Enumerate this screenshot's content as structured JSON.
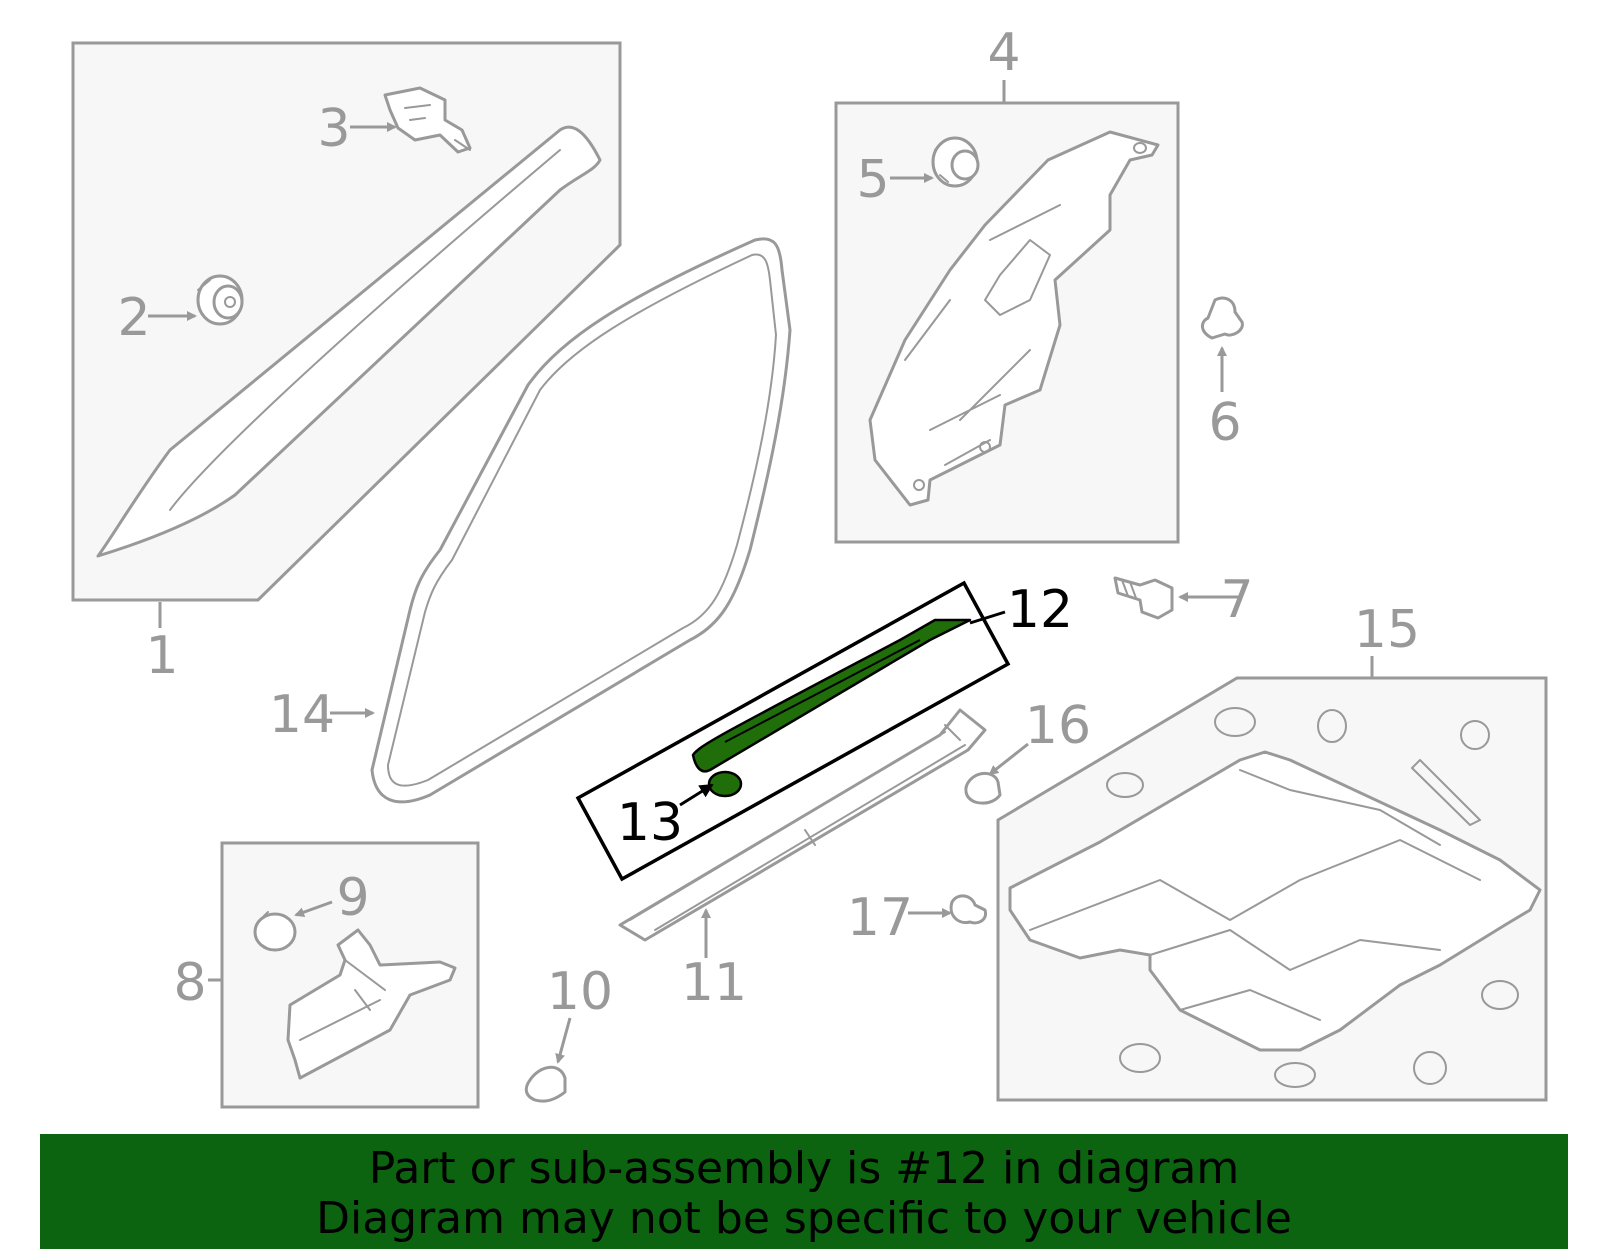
{
  "callouts": {
    "c1": "1",
    "c2": "2",
    "c3": "3",
    "c4": "4",
    "c5": "5",
    "c6": "6",
    "c7": "7",
    "c8": "8",
    "c9": "9",
    "c10": "10",
    "c11": "11",
    "c12": "12",
    "c13": "13",
    "c14": "14",
    "c15": "15",
    "c16": "16",
    "c17": "17"
  },
  "highlight": {
    "part_number": "12",
    "color": "#1f6e0a"
  },
  "banner": {
    "line1": "Part or sub-assembly is #12 in diagram",
    "line2": "Diagram may not be specific to your vehicle",
    "background": "#0d6410"
  }
}
